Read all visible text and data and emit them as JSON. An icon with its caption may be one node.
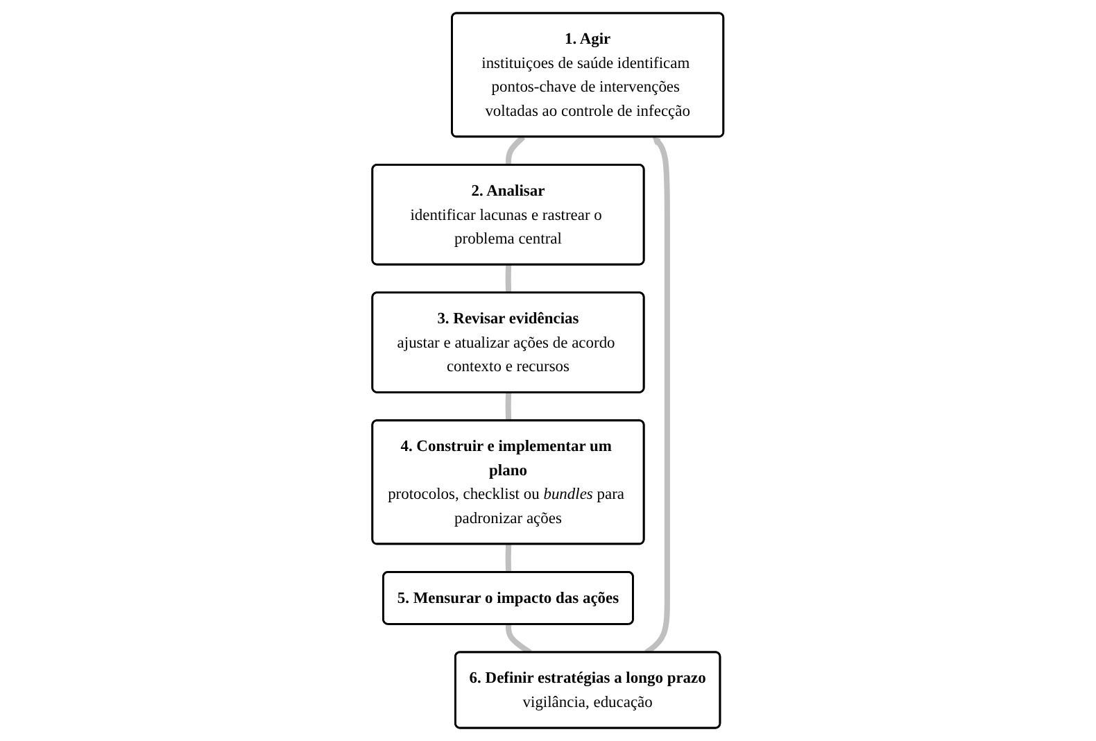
{
  "diagram": {
    "nodes": [
      {
        "text": [
          "1. Agir",
          "instituiçoes de saúde identificam pontos-chave de intervenções voltadas ao controle de infecção"
        ]
      },
      {
        "text": [
          "2. Analisar",
          "identificar lacunas e rastrear o problema central"
        ]
      },
      {
        "text": [
          "3. Revisar evidências",
          "ajustar e atualizar ações de acordo contexto e recursos"
        ]
      },
      {
        "text": [
          "4. Construir e implementar um plano",
          "protocolos, checklist ou *bundles* para padronizar ações"
        ]
      },
      {
        "text": [
          "5. Mensurar o impacto das ações"
        ]
      },
      {
        "text": [
          "6. Definir estratégias a longo prazo",
          "vigilância, educação"
        ]
      }
    ],
    "edges": [
      {
        "from": 0,
        "to": 1,
        "arrow": "none"
      },
      {
        "from": 1,
        "to": 2,
        "arrow": "none"
      },
      {
        "from": 2,
        "to": 3,
        "arrow": "none"
      },
      {
        "from": 3,
        "to": 4,
        "arrow": "none"
      },
      {
        "from": 4,
        "to": 5,
        "arrow": "none"
      },
      {
        "from": 5,
        "to": 0,
        "arrow": "to"
      }
    ]
  }
}
